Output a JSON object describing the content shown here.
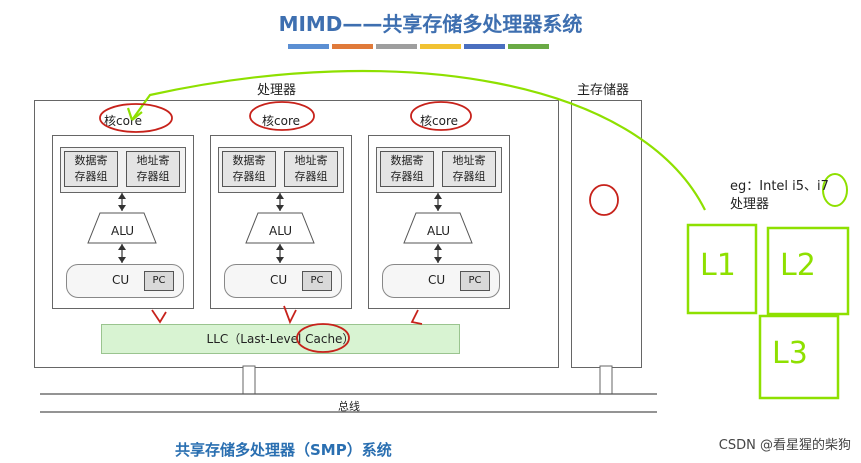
{
  "title": "MIMD——共享存储多处理器系统",
  "processor_label": "处理器",
  "main_memory_label": "主存储器",
  "cores": [
    {
      "core_label": "核core",
      "reg1_line1": "数据寄",
      "reg1_line2": "存器组",
      "reg2_line1": "地址寄",
      "reg2_line2": "存器组",
      "alu": "ALU",
      "cu": "CU",
      "pc": "PC"
    },
    {
      "core_label": "核core",
      "reg1_line1": "数据寄",
      "reg1_line2": "存器组",
      "reg2_line1": "地址寄",
      "reg2_line2": "存器组",
      "alu": "ALU",
      "cu": "CU",
      "pc": "PC"
    },
    {
      "core_label": "核core",
      "reg1_line1": "数据寄",
      "reg1_line2": "存器组",
      "reg2_line1": "地址寄",
      "reg2_line2": "存器组",
      "alu": "ALU",
      "cu": "CU",
      "pc": "PC"
    }
  ],
  "llc_label": "LLC（Last-Level Cache）",
  "bus_label": "总线",
  "bottom_caption": "共享存储多处理器（SMP）系统",
  "annotation": {
    "line1": "eg：Intel i5、i7",
    "line2": "处理器",
    "l1": "L1",
    "l2": "L2",
    "l3": "L3"
  },
  "watermark": "CSDN @看星猩的柴狗",
  "stripe_colors": [
    "#5b8fd3",
    "#e07a3a",
    "#9e9e9e",
    "#f1c232",
    "#4a6fbf",
    "#6aaa45"
  ]
}
